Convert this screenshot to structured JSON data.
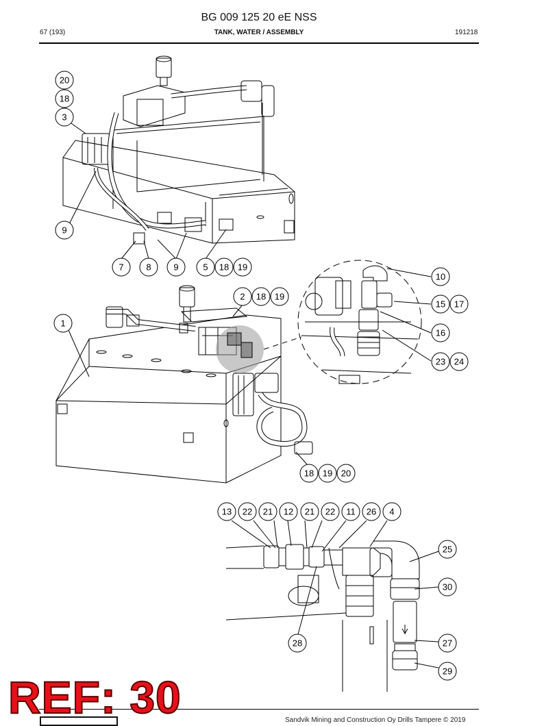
{
  "header": {
    "doc_title": "BG 009 125 20 eE NSS",
    "page": "67 (193)",
    "section_title": "TANK, WATER / ASSEMBLY",
    "date": "191218"
  },
  "callouts": {
    "c20a": "20",
    "c18a": "18",
    "c3": "3",
    "c9a": "9",
    "c7": "7",
    "c8": "8",
    "c9b": "9",
    "c5": "5",
    "c18b": "18",
    "c19a": "19",
    "c10": "10",
    "c2": "2",
    "c18c": "18",
    "c19b": "19",
    "c15": "15",
    "c17": "17",
    "c1": "1",
    "c16": "16",
    "c23": "23",
    "c24": "24",
    "c18d": "18",
    "c19c": "19",
    "c20b": "20",
    "c13": "13",
    "c22a": "22",
    "c21a": "21",
    "c12": "12",
    "c21b": "21",
    "c22b": "22",
    "c11": "11",
    "c26": "26",
    "c4": "4",
    "c25": "25",
    "c30": "30",
    "c28": "28",
    "c27": "27",
    "c29": "29"
  },
  "watermark": "REF: 30",
  "footer": "Sandvik Mining and Construction Oy Drills Tampere © 2019"
}
